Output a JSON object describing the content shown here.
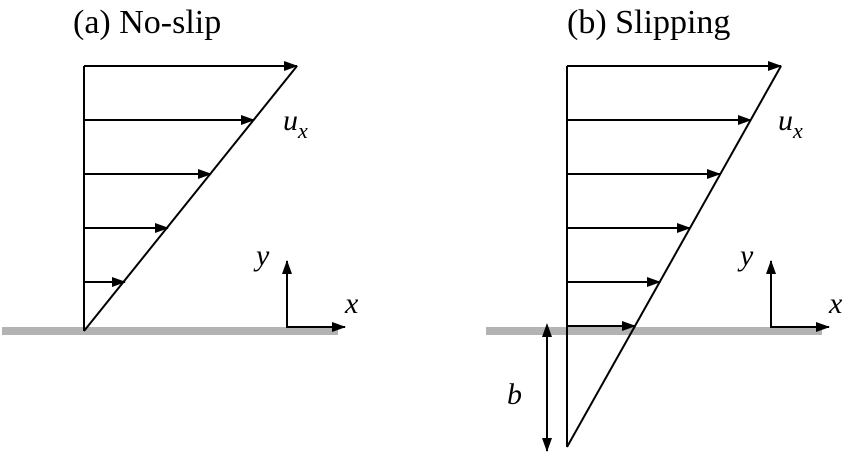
{
  "panel_a": {
    "title": "(a) No-slip",
    "velocity_label": "u",
    "velocity_subscript": "x",
    "axis_y": "y",
    "axis_x": "x"
  },
  "panel_b": {
    "title": "(b) Slipping",
    "velocity_label": "u",
    "velocity_subscript": "x",
    "axis_y": "y",
    "axis_x": "x",
    "slip_length_label": "b"
  },
  "colors": {
    "line": "#000000",
    "wall": "#b3b3b3"
  }
}
